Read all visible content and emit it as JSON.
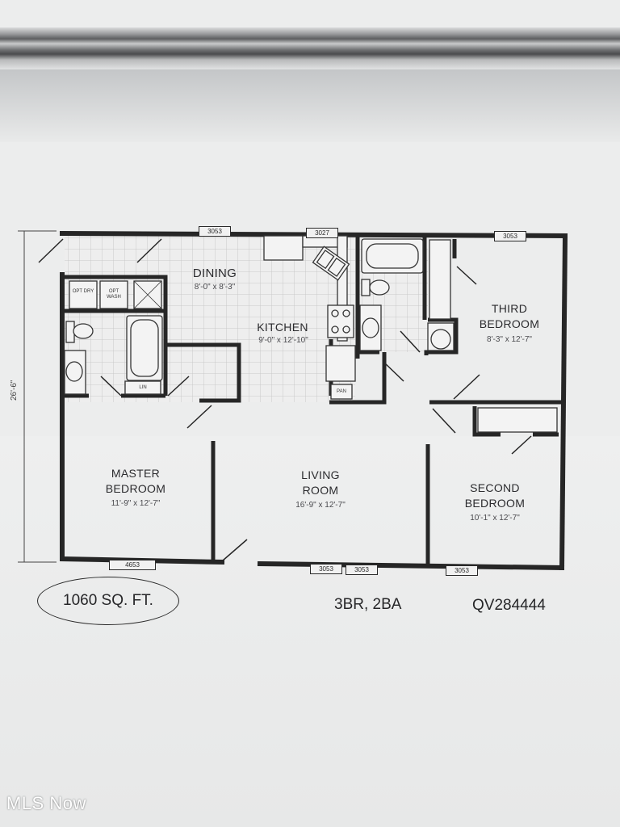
{
  "rooms": {
    "dining": {
      "name": "DINING",
      "dims": "8'-0\" x 8'-3\""
    },
    "kitchen": {
      "name": "KITCHEN",
      "dims": "9'-0\" x 12'-10\""
    },
    "third_bedroom": {
      "name_line1": "THIRD",
      "name_line2": "BEDROOM",
      "dims": "8'-3\" x 12'-7\""
    },
    "master_bedroom": {
      "name_line1": "MASTER",
      "name_line2": "BEDROOM",
      "dims": "11'-9\" x 12'-7\""
    },
    "living_room": {
      "name_line1": "LIVING",
      "name_line2": "ROOM",
      "dims": "16'-9\" x 12'-7\""
    },
    "second_bedroom": {
      "name_line1": "SECOND",
      "name_line2": "BEDROOM",
      "dims": "10'-1\" x 12'-7\""
    }
  },
  "windows": {
    "top_left": "3053",
    "top_kitchen": "3027",
    "top_right": "3053",
    "bottom_master": "4653",
    "bottom_living_1": "3053",
    "bottom_living_2": "3053",
    "bottom_second": "3053"
  },
  "fixtures": {
    "dryer": "OPT DRY",
    "washer": "OPT WASH",
    "linen": "LIN",
    "pantry": "PAN"
  },
  "overall_depth": "26'-6\"",
  "square_footage": "1060 SQ. FT.",
  "bed_bath": "3BR, 2BA",
  "model_number": "QV284444",
  "watermark": "MLS Now"
}
